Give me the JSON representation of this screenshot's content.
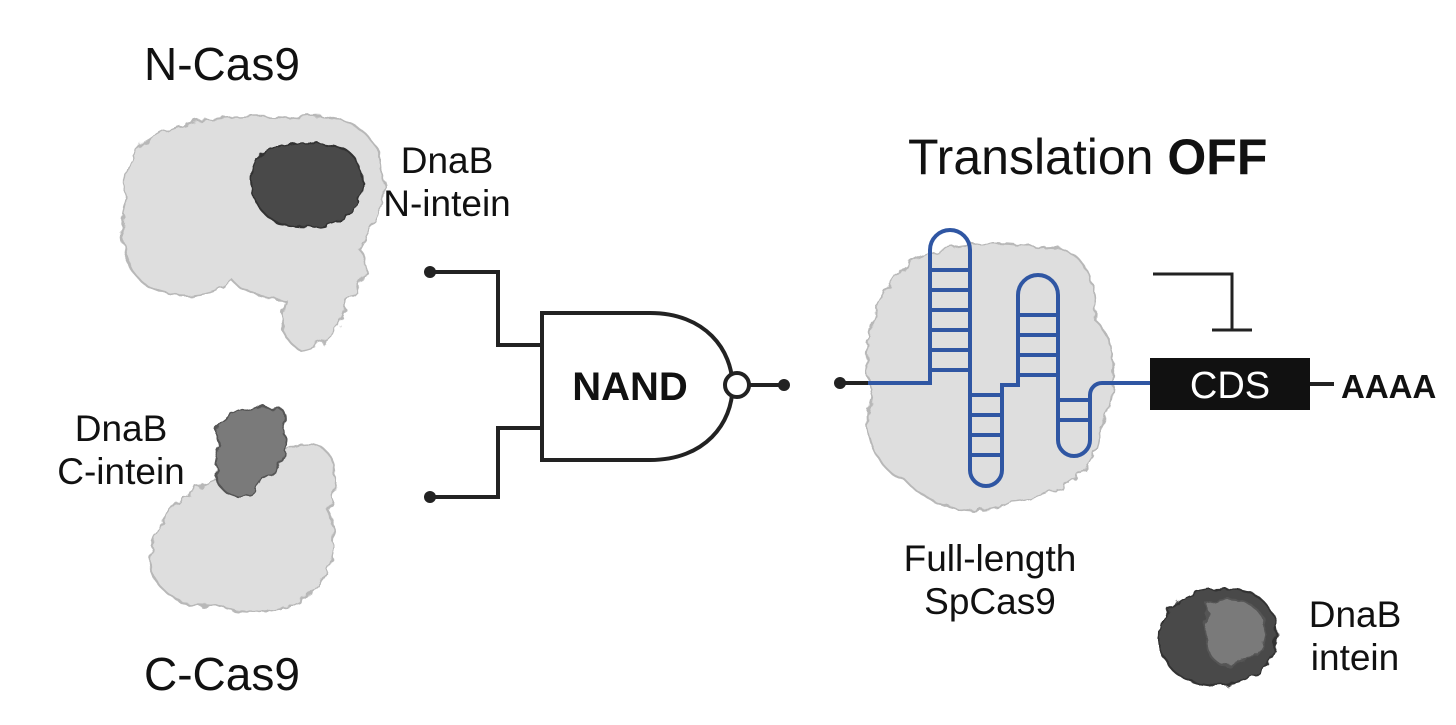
{
  "labels": {
    "n_cas9": "N-Cas9",
    "c_cas9": "C-Cas9",
    "dnab_n_intein": [
      "DnaB",
      "N-intein"
    ],
    "dnab_c_intein": [
      "DnaB",
      "C-intein"
    ],
    "gate": "NAND",
    "translation_prefix": "Translation",
    "translation_state": "OFF",
    "cds": "CDS",
    "poly_a": "AAAA",
    "full_length": [
      "Full-length",
      "SpCas9"
    ],
    "legend_intein": [
      "DnaB",
      "intein"
    ]
  },
  "colors": {
    "protein_light": "#dedede",
    "protein_edge": "#b8b8b8",
    "intein_dark": "#4a4a4a",
    "intein_mid": "#7a7a7a",
    "rna_blue": "#2f56a3",
    "line": "#222222",
    "cds_box": "#111111"
  }
}
